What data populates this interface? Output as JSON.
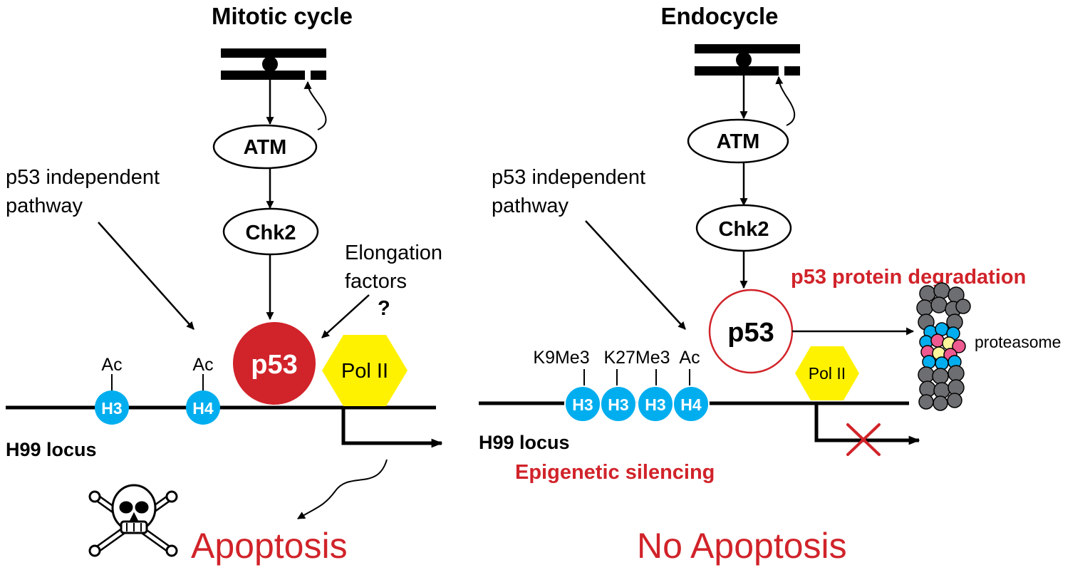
{
  "left": {
    "title": "Mitotic cycle",
    "atm": "ATM",
    "chk2": "Chk2",
    "p53": "p53",
    "pol": "Pol II",
    "p53_independent_line1": "p53 independent",
    "p53_independent_line2": "pathway",
    "elongation_line1": "Elongation",
    "elongation_line2": "factors",
    "question": "?",
    "histones": [
      {
        "label": "H3",
        "mark": "Ac"
      },
      {
        "label": "H4",
        "mark": "Ac"
      }
    ],
    "locus": "H99 locus",
    "outcome": "Apoptosis"
  },
  "right": {
    "title": "Endocycle",
    "atm": "ATM",
    "chk2": "Chk2",
    "p53": "p53",
    "pol": "Pol II",
    "p53_independent_line1": "p53 independent",
    "p53_independent_line2": "pathway",
    "degradation": "p53 protein degradation",
    "proteasome": "proteasome",
    "histones": [
      {
        "label": "H3",
        "mark": "K9Me3"
      },
      {
        "label": "H3",
        "mark": "K27Me3"
      },
      {
        "label": "H3",
        "mark": ""
      },
      {
        "label": "H4",
        "mark": "Ac"
      }
    ],
    "locus": "H99 locus",
    "silencing": "Epigenetic silencing",
    "outcome": "No Apoptosis"
  },
  "colors": {
    "red": "#d1232a",
    "blue": "#00aeef",
    "yellow": "#fff200",
    "pink": "#ee5a8f",
    "paleyellow": "#fff59a",
    "gray": "#6d6e71"
  }
}
